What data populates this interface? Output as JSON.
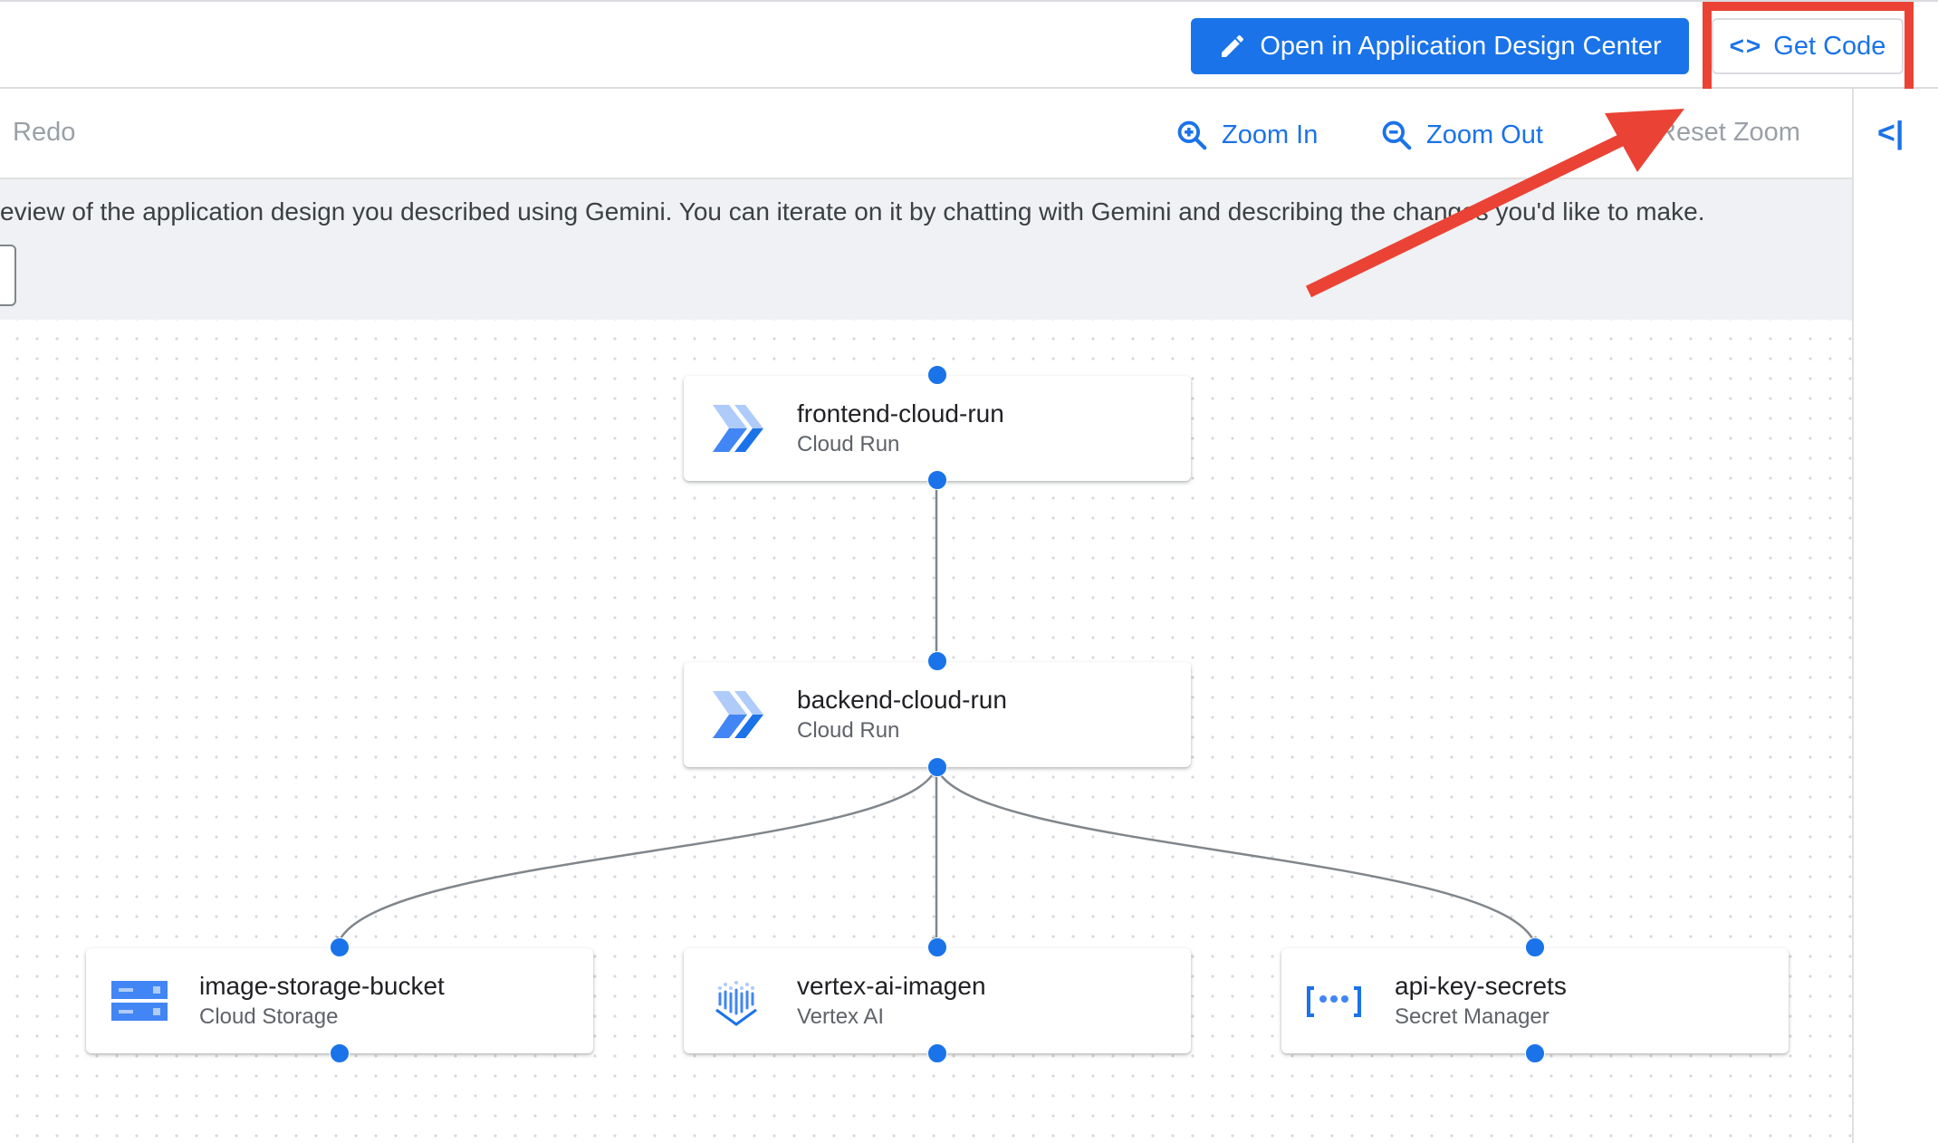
{
  "header": {
    "open_adc_label": "Open in Application Design Center",
    "get_code_label": "Get Code"
  },
  "toolbar": {
    "redo_label": "Redo",
    "zoom_in_label": "Zoom In",
    "zoom_out_label": "Zoom Out",
    "reset_zoom_label": "Reset Zoom"
  },
  "sidebar": {
    "collapse_glyph": "<|"
  },
  "banner": {
    "text": "eview of the application design you described using Gemini. You can iterate on it by chatting with Gemini and describing the changes you'd like to make."
  },
  "nodes": [
    {
      "title": "frontend-cloud-run",
      "subtitle": "Cloud Run",
      "icon": "cloud-run-icon"
    },
    {
      "title": "backend-cloud-run",
      "subtitle": "Cloud Run",
      "icon": "cloud-run-icon"
    },
    {
      "title": "image-storage-bucket",
      "subtitle": "Cloud Storage",
      "icon": "cloud-storage-icon"
    },
    {
      "title": "vertex-ai-imagen",
      "subtitle": "Vertex AI",
      "icon": "vertex-ai-icon"
    },
    {
      "title": "api-key-secrets",
      "subtitle": "Secret Manager",
      "icon": "secret-manager-icon"
    }
  ],
  "colors": {
    "accent": "#1a73e8",
    "annotation": "#ea4335",
    "edge": "#80868b"
  }
}
